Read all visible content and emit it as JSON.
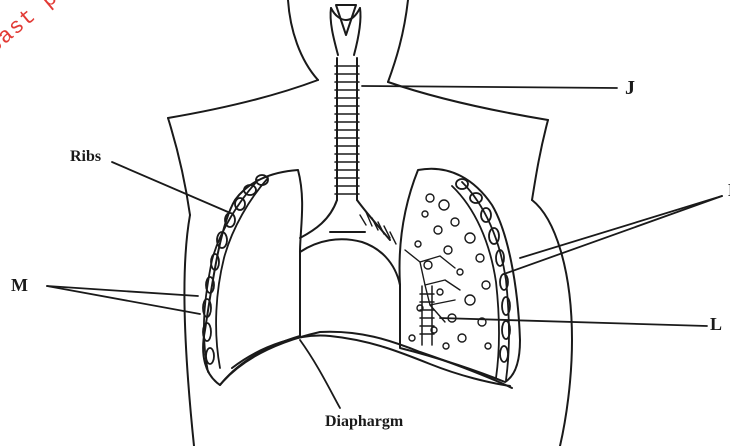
{
  "watermark": {
    "text": "past papers",
    "color": "#e23a35"
  },
  "labels": {
    "j": "J",
    "ribs": "Ribs",
    "m": "M",
    "k": "K",
    "l": "L",
    "diaphragm": "Diaphargm"
  },
  "colors": {
    "ink": "#1a1a1a",
    "watermark": "#e23a35"
  }
}
